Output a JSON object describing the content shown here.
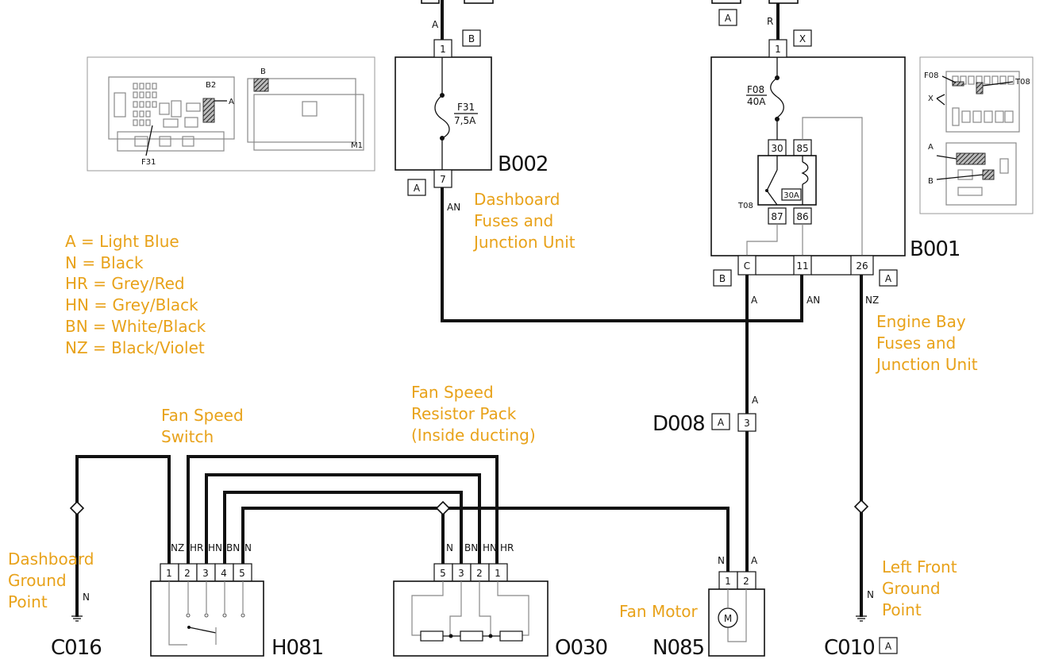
{
  "legend": [
    "A = Light Blue",
    "N = Black",
    "HR = Grey/Red",
    "HN = Grey/Black",
    "BN = White/Black",
    "NZ = Black/Violet"
  ],
  "components": {
    "b002": {
      "code": "B002",
      "top_pin": "1",
      "bottom_pin": "7",
      "conn_top": "B",
      "conn_bottom": "A",
      "fuse_name": "F31",
      "fuse_rating": "7,5A",
      "desc": [
        "Dashboard",
        "Fuses and",
        "Junction Unit"
      ]
    },
    "b001": {
      "code": "B001",
      "top_pin": "1",
      "conn_top": "X",
      "fuse_name": "F08",
      "fuse_rating": "40A",
      "relay_name": "T08",
      "relay_rating": "30A",
      "relay_pins": [
        "30",
        "85",
        "87",
        "86"
      ],
      "bottom_pins": [
        "C",
        "11",
        "26"
      ],
      "conn_left": "B",
      "conn_right": "A",
      "desc": [
        "Engine Bay",
        "Fuses and",
        "Junction Unit"
      ]
    },
    "d008": {
      "code": "D008",
      "conn": "A",
      "pin": "3"
    },
    "h081": {
      "code": "H081",
      "pins": [
        "1",
        "2",
        "3",
        "4",
        "5"
      ],
      "desc": [
        "Fan Speed",
        "Switch"
      ]
    },
    "o030": {
      "code": "O030",
      "pins": [
        "5",
        "3",
        "2",
        "1"
      ],
      "desc": [
        "Fan Speed",
        "Resistor Pack",
        "(Inside ducting)"
      ]
    },
    "n085": {
      "code": "N085",
      "pins": [
        "1",
        "2"
      ],
      "motor_symbol": "M",
      "desc": "Fan Motor"
    },
    "c016": {
      "code": "C016",
      "desc": [
        "Dashboard",
        "Ground",
        "Point"
      ]
    },
    "c010": {
      "code": "C010",
      "conn": "A",
      "desc": [
        "Left Front",
        "Ground",
        "Point"
      ]
    }
  },
  "top_connectors": {
    "left": "A",
    "right": "A"
  },
  "wire_labels": {
    "b002_top": "A",
    "b001_top": "R",
    "b002_bottom": "AN",
    "b001_c": "A",
    "b001_11": "AN",
    "b001_26": "NZ",
    "d008_top": "A",
    "c016_wire": "N",
    "c010_wire": "N",
    "h081": [
      "NZ",
      "HR",
      "HN",
      "BN",
      "N"
    ],
    "o030": [
      "N",
      "BN",
      "HN",
      "HR"
    ],
    "n085": [
      "N",
      "A"
    ]
  },
  "inset_left": {
    "labels": [
      "B2",
      "A",
      "B",
      "M1",
      "F31"
    ]
  },
  "inset_right": {
    "labels": [
      "F08",
      "T08",
      "X",
      "A",
      "B"
    ]
  }
}
